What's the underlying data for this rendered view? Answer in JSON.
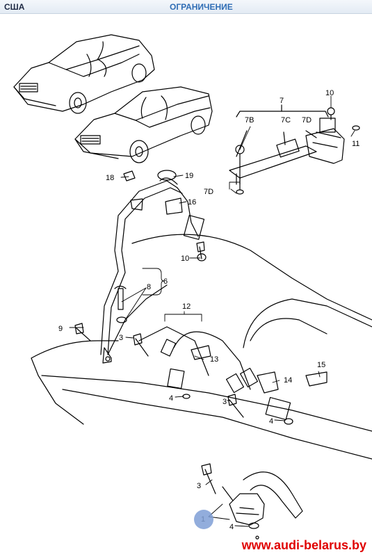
{
  "header": {
    "region": "США",
    "section": "ОГРАНИЧЕНИЕ"
  },
  "callouts": {
    "c1": "1",
    "c3a": "3",
    "c3b": "3",
    "c3c": "3",
    "c4a": "4",
    "c4b": "4",
    "c4c": "4",
    "c6": "6",
    "c7": "7",
    "c7b": "7B",
    "c7c": "7C",
    "c7d_top": "7D",
    "c7d_low": "7D",
    "c8": "8",
    "c9": "9",
    "c10a": "10",
    "c10b": "10",
    "c11": "11",
    "c12": "12",
    "c13": "13",
    "c14": "14",
    "c15": "15",
    "c16": "16",
    "c18": "18",
    "c19": "19"
  },
  "watermark": "www.audi-belarus.by",
  "colors": {
    "accent": "#2f6db5",
    "watermark": "#e00000",
    "badge": "#7f9fd6"
  }
}
